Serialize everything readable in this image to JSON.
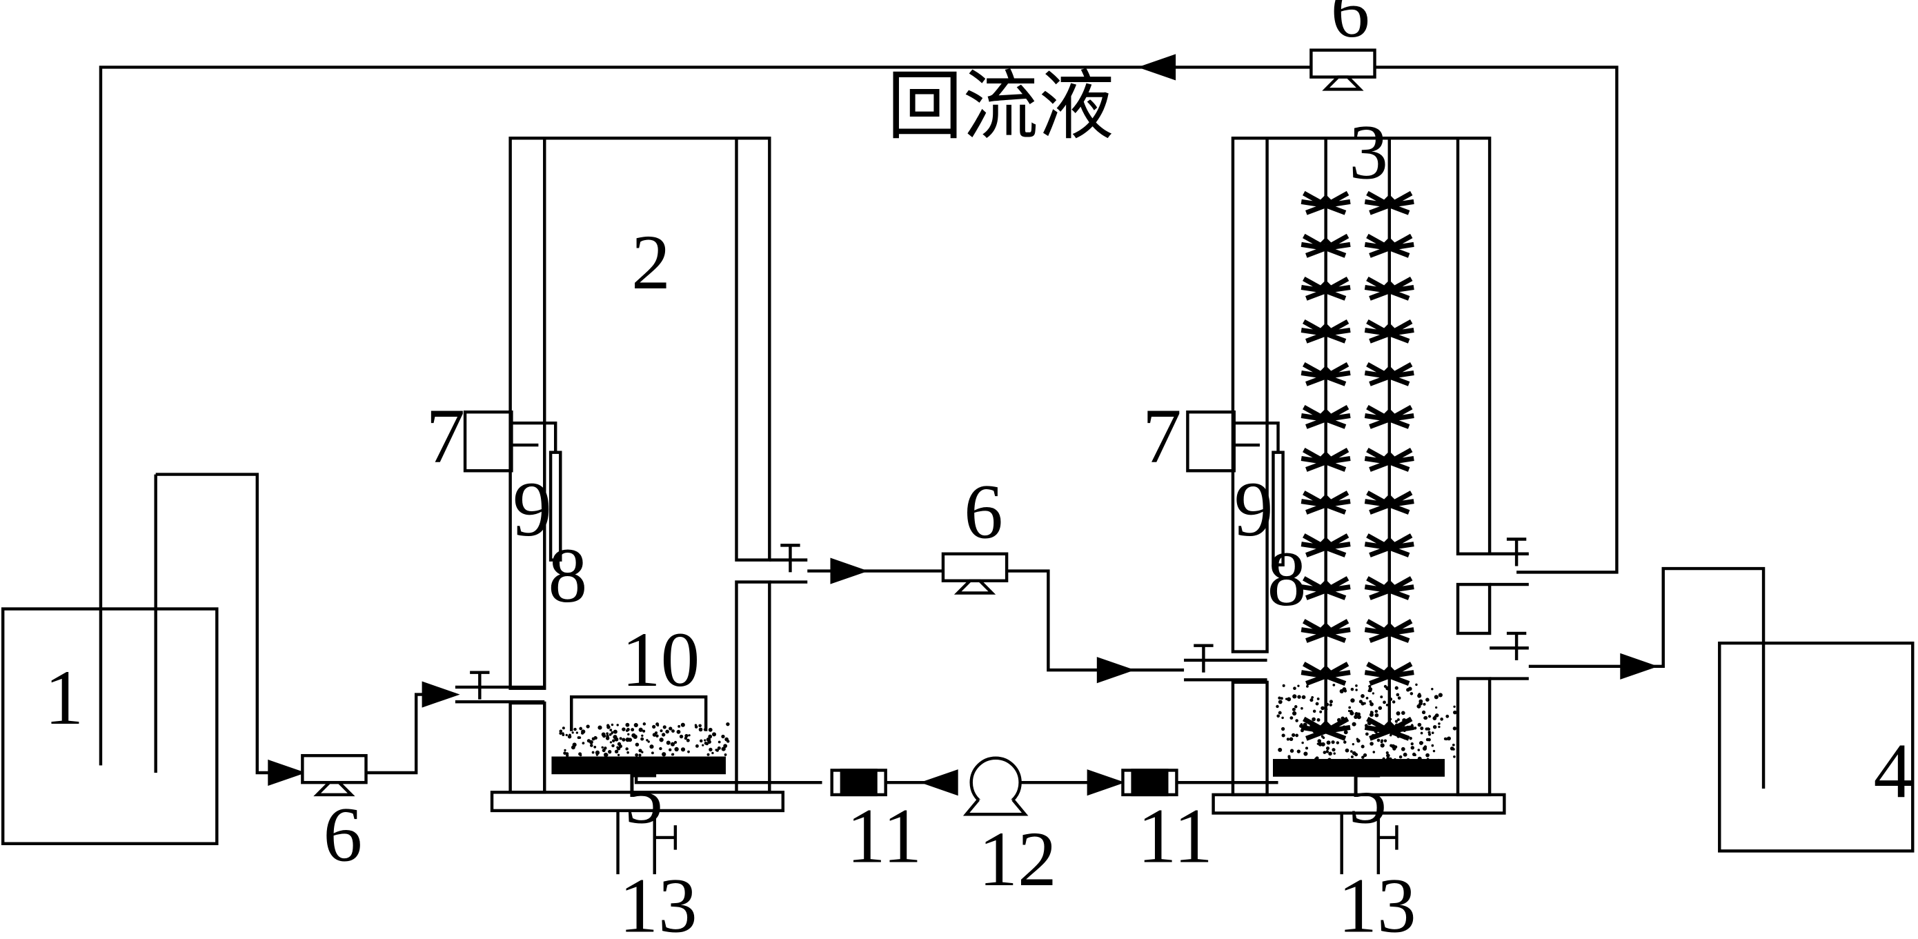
{
  "diagram": {
    "caption": "回流液",
    "labels": {
      "tank_in": "1",
      "reactor_1": "2",
      "reactor_2": "3",
      "tank_out": "4",
      "distributor": "5",
      "pump_small": "6",
      "controller": "7",
      "probe": "8",
      "thermometer": "9",
      "carrier": "10",
      "flowmeter": "11",
      "air_pump": "12",
      "drain": "13"
    }
  }
}
